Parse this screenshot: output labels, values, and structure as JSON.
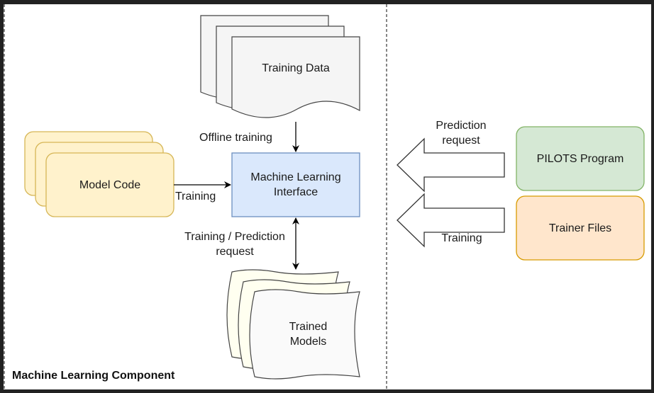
{
  "component": {
    "title": "Machine Learning Component"
  },
  "nodes": {
    "training_data": "Training Data",
    "model_code": "Model Code",
    "ml_interface": "Machine Learning Interface",
    "trained_models": "Trained Models",
    "pilots_program": "PILOTS Program",
    "trainer_files": "Trainer Files"
  },
  "edges": {
    "offline_training": "Offline training",
    "training_code": "Training",
    "training_prediction": "Training / Prediction request",
    "prediction_request": "Prediction request",
    "training_external": "Training"
  },
  "colors": {
    "yellow_fill": "#fff2cc",
    "yellow_stroke": "#d6b656",
    "blue_fill": "#dae8fc",
    "blue_stroke": "#6c8ebf",
    "green_fill": "#d5e8d4",
    "green_stroke": "#82b366",
    "orange_fill": "#ffe6cc",
    "orange_stroke": "#d79b00",
    "gray_fill": "#f5f5f5",
    "gray_stroke": "#666666"
  }
}
